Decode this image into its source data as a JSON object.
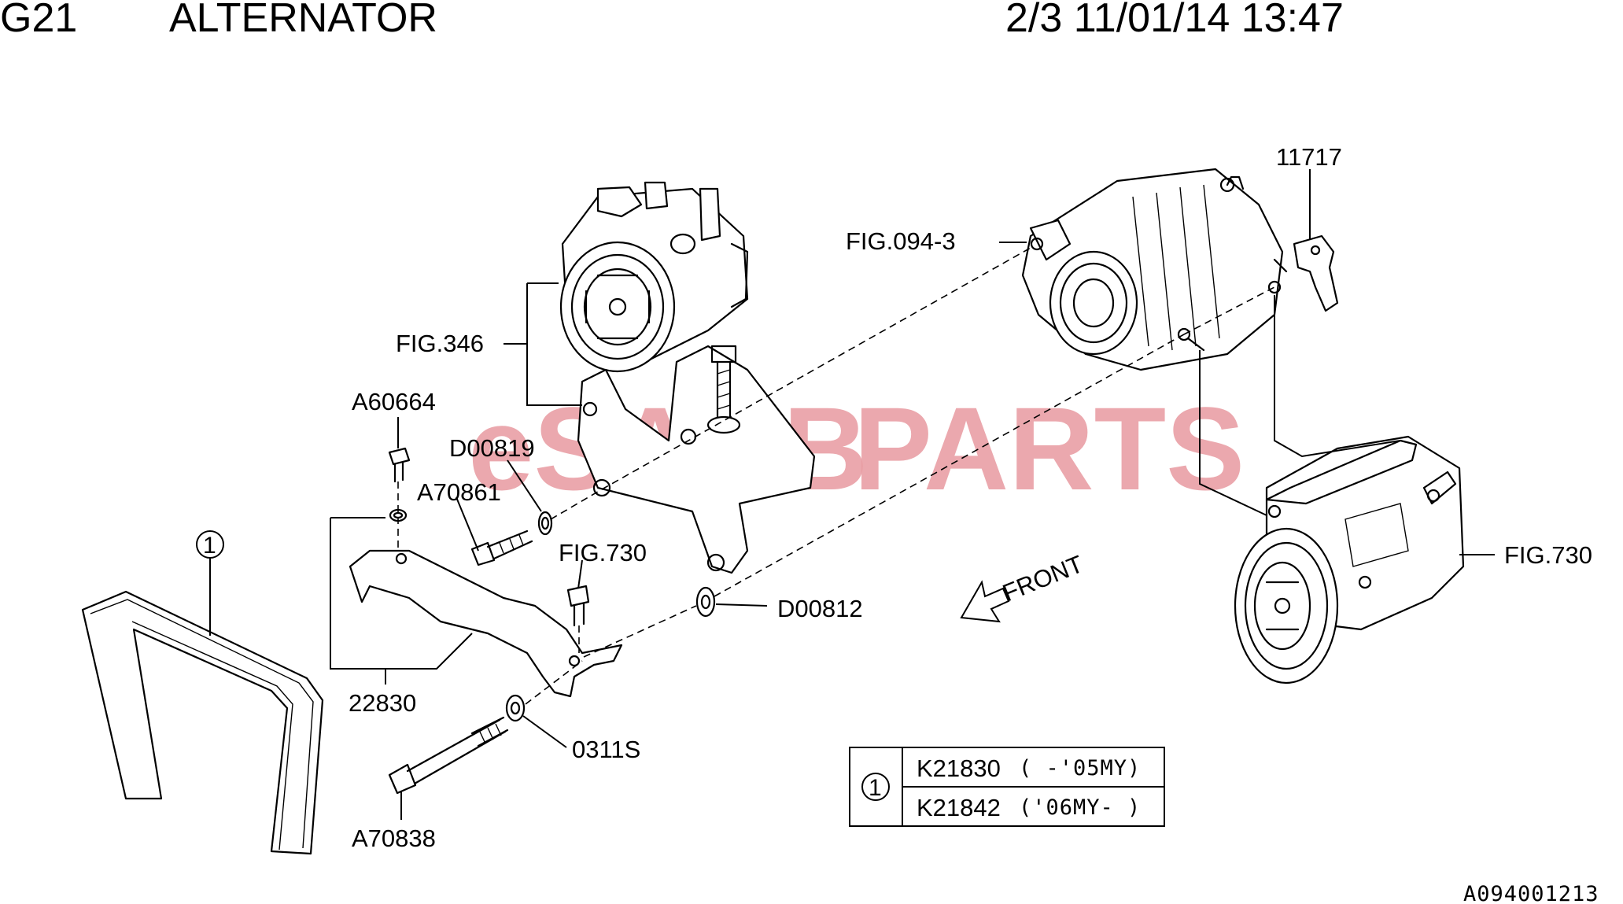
{
  "header": {
    "section_code": "G21",
    "title": "ALTERNATOR",
    "page_info": "2/3 11/01/14 13:47"
  },
  "watermark": {
    "part1": "eSAAB",
    "part2": "PARTS",
    "color": "#e89aa0"
  },
  "labels": {
    "p11717": "11717",
    "fig094_3": "FIG.094-3",
    "fig346": "FIG.346",
    "a60664": "A60664",
    "d00819": "D00819",
    "a70861": "A70861",
    "fig730_bolt": "FIG.730",
    "d00812": "D00812",
    "fig730_compressor": "FIG.730",
    "p22830": "22830",
    "p0311s": "0311S",
    "a70838": "A70838",
    "callout_belt": "1",
    "front": "FRONT"
  },
  "legend": {
    "callout": "1",
    "rows": [
      {
        "part": "K21830",
        "range": "( -'05MY)"
      },
      {
        "part": "K21842",
        "range": "('06MY- )"
      }
    ]
  },
  "footer": {
    "drawing_id": "A094001213"
  },
  "icons": [
    "circled-number-icon",
    "front-arrow-icon"
  ]
}
